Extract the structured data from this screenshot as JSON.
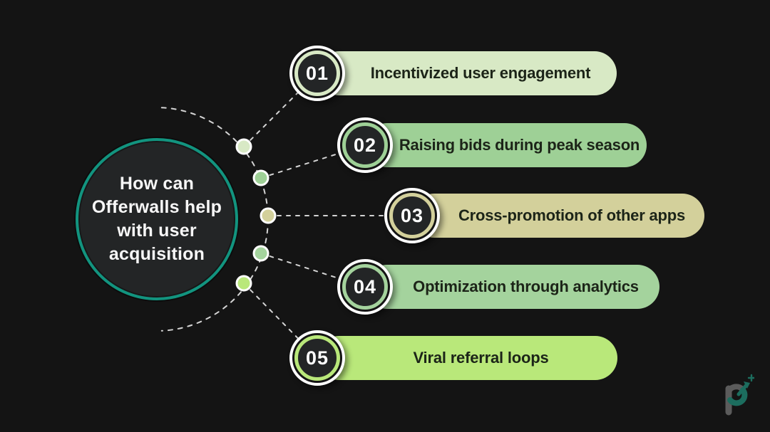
{
  "background_color": "#141414",
  "question_circle": {
    "lines": [
      "How can",
      "Offerwalls help",
      "with user",
      "acquisition"
    ],
    "ring_color": "#12947f",
    "fill_color": "#232526",
    "text_color": "#f7f7f7"
  },
  "items": [
    {
      "number": "01",
      "label": "Incentivized user engagement",
      "color": "#d8e9c5"
    },
    {
      "number": "02",
      "label": "Raising bids during peak season",
      "color": "#9ed096"
    },
    {
      "number": "03",
      "label": "Cross-promotion of other apps",
      "color": "#d3d09b"
    },
    {
      "number": "04",
      "label": "Optimization through analytics",
      "color": "#a4d39d"
    },
    {
      "number": "05",
      "label": "Viral referral loops",
      "color": "#b9e87a"
    }
  ],
  "item_text_color": "#1c2418",
  "badge": {
    "outer_ring_color": "#ffffff",
    "inner_fill": "#232526",
    "number_color": "#ffffff"
  },
  "connector_color": "#e9e9e9",
  "icons": {
    "brand_logo": "p-arrow-plus-logo"
  },
  "logo_colors": {
    "gray": "#5f5f5f",
    "teal": "#1d7263"
  }
}
